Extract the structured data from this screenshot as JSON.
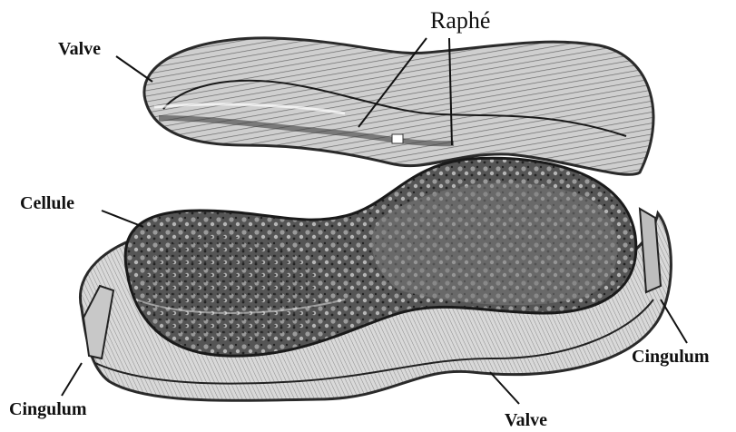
{
  "labels": {
    "valve_top": "Valve",
    "raphe": "Raphé",
    "cellule": "Cellule",
    "cingulum_right": "Cingulum",
    "cingulum_left": "Cingulum",
    "valve_bottom": "Valve"
  },
  "colors": {
    "background": "#ffffff",
    "ink": "#111111",
    "shell_dark": "#3a3a3a",
    "shell_mid": "#8a8a8a",
    "shell_light": "#d6d6d6"
  }
}
